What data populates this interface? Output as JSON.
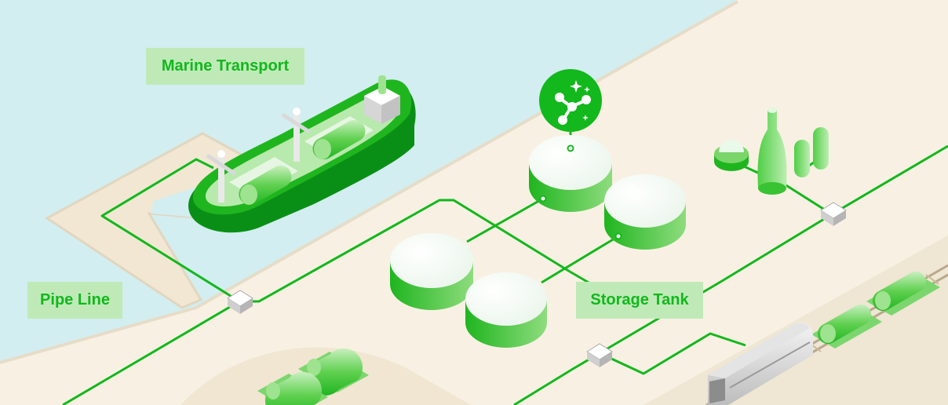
{
  "labels": {
    "marine_transport": "Marine Transport",
    "pipe_line": "Pipe Line",
    "storage_tank": "Storage Tank"
  },
  "icons": {
    "hub": "molecule-sparkle-icon"
  },
  "colors": {
    "sea": "#d2eef0",
    "land": "#f8f1e3",
    "land_edge": "#e6dcc8",
    "dock": "#f1e7d3",
    "green_line": "#12b81c",
    "green_dark": "#0a8f16",
    "green_main": "#1fb51f",
    "green_light": "#8fdc7e",
    "label_bg": "#bfeab8",
    "label_text": "#12b81c",
    "tank_top": "#ffffff",
    "joint": "#dcdcdc"
  }
}
